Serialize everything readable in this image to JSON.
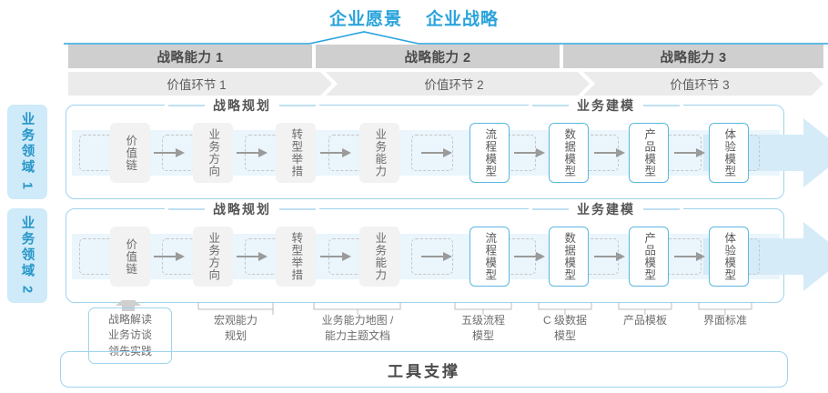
{
  "header": {
    "titles": [
      "企业愿景",
      "企业战略"
    ],
    "accent_color": "#29a3dc"
  },
  "capabilities": [
    {
      "label": "战略能力 1"
    },
    {
      "label": "战略能力 2"
    },
    {
      "label": "战略能力 3"
    }
  ],
  "value_links": [
    {
      "label": "价值环节 1"
    },
    {
      "label": "价值环节 2"
    },
    {
      "label": "价值环节 3"
    }
  ],
  "domains": [
    {
      "label": "业务领域 1"
    },
    {
      "label": "业务领域 2"
    }
  ],
  "sections": {
    "planning": "战略规划",
    "modeling": "业务建模"
  },
  "nodes": [
    {
      "label": "价值链",
      "style": "gray"
    },
    {
      "label": "业务方向",
      "style": "gray"
    },
    {
      "label": "转型举措",
      "style": "gray"
    },
    {
      "label": "业务能力",
      "style": "gray"
    },
    {
      "label": "流程模型",
      "style": "blue"
    },
    {
      "label": "数据模型",
      "style": "blue"
    },
    {
      "label": "产品模型",
      "style": "blue"
    },
    {
      "label": "体验模型",
      "style": "blue"
    }
  ],
  "annotations": [
    {
      "lines": [
        "战略解读",
        "业务访谈",
        "领先实践"
      ],
      "boxed": true
    },
    {
      "lines": [
        "宏观能力",
        "规划"
      ],
      "boxed": false
    },
    {
      "lines": [
        "业务能力地图 /",
        "能力主题文档"
      ],
      "boxed": false
    },
    {
      "lines": [
        "五级流程",
        "模型"
      ],
      "boxed": false
    },
    {
      "lines": [
        "C 级数据",
        "模型"
      ],
      "boxed": false
    },
    {
      "lines": [
        "产品模板"
      ],
      "boxed": false
    },
    {
      "lines": [
        "界面标准"
      ],
      "boxed": false
    }
  ],
  "footer": {
    "label": "工具支撑"
  },
  "colors": {
    "accent_blue": "#29a3dc",
    "border_blue": "#9ed3ee",
    "band_blue": "#eaf5fc",
    "tab_blue": "#cfeaf8",
    "header_gray": "#cfcfcf",
    "value_gray": "#ebebeb",
    "node_gray": "#f2f2f2"
  }
}
